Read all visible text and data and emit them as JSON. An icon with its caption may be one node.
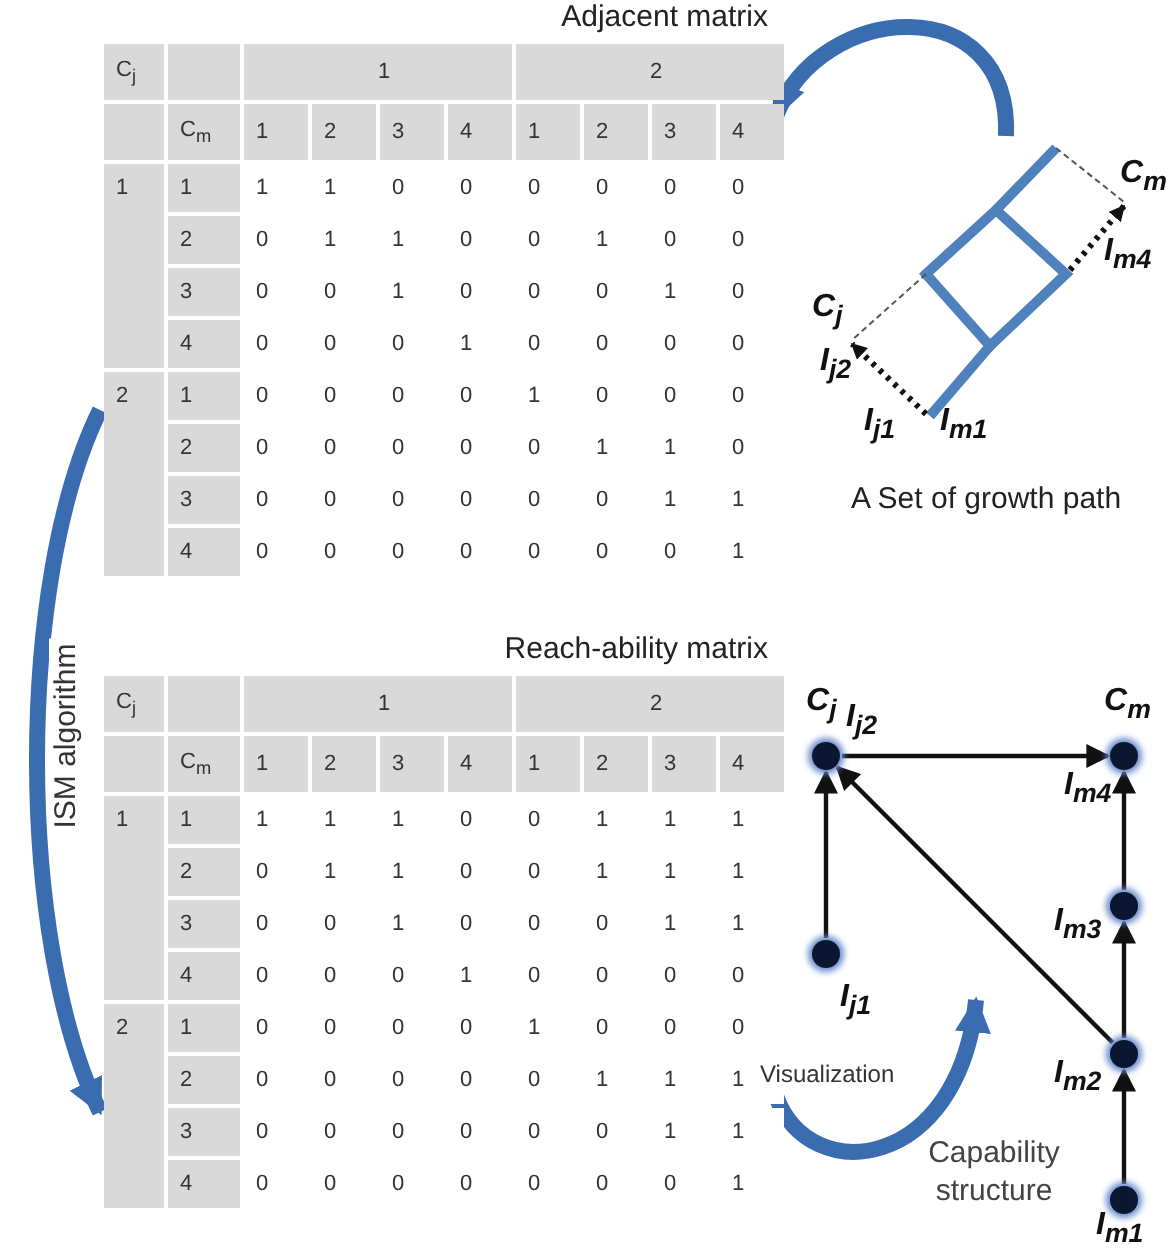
{
  "diagram": {
    "nodes": [
      {
        "text": [
          "Adjacent matrix"
        ]
      },
      {
        "text": [
          "A Set of growth path"
        ]
      },
      {
        "text": [
          "Reach-ability matrix"
        ]
      },
      {
        "text": [
          "C$_{j}$",
          "I$_{j2}$"
        ]
      },
      {
        "text": [
          "C$_{m}$",
          "I$_{m4}$"
        ]
      },
      {
        "text": [
          "I$_{m3}$"
        ]
      },
      {
        "text": [
          "I$_{j1}$"
        ]
      },
      {
        "text": [
          "I$_{m2}$"
        ]
      },
      {
        "text": [
          "Capability structure"
        ]
      },
      {
        "text": [
          "I$_{m1}$"
        ]
      }
    ],
    "edges": [
      {
        "from": 1,
        "to": 0,
        "arrow": "to",
        "style": "thick",
        "color": "#3a6cb0"
      },
      {
        "from": 0,
        "to": 2,
        "arrow": "to",
        "label": "ISM algorithm",
        "style": "thick",
        "color": "#3a6cb0"
      },
      {
        "from": 2,
        "to": null,
        "arrow": "to",
        "label": "Visualization",
        "style": "thick",
        "color": "#3a6cb0"
      },
      {
        "from": 3,
        "to": 4,
        "arrow": "to"
      },
      {
        "from": 6,
        "to": 3,
        "arrow": "to"
      },
      {
        "from": 7,
        "to": 3,
        "arrow": "to"
      },
      {
        "from": 9,
        "to": 7,
        "arrow": "to"
      },
      {
        "from": 7,
        "to": 5,
        "arrow": "to"
      },
      {
        "from": 5,
        "to": 4,
        "arrow": "to"
      }
    ],
    "labels": [
      "C$_{j}$",
      "1",
      "2",
      "C$_{m}$",
      "1",
      "2",
      "3",
      "4",
      "1",
      "2",
      "3",
      "4",
      "1",
      "1",
      "1",
      "1",
      "0",
      "0",
      "0",
      "0",
      "0",
      "0",
      "2",
      "0",
      "1",
      "1",
      "0",
      "0",
      "1",
      "0",
      "0",
      "3",
      "0",
      "0",
      "1",
      "0",
      "0",
      "0",
      "1",
      "0",
      "4",
      "0",
      "0",
      "0",
      "1",
      "0",
      "0",
      "0",
      "0",
      "2",
      "1",
      "0",
      "0",
      "0",
      "0",
      "1",
      "0",
      "0",
      "0",
      "2",
      "0",
      "0",
      "0",
      "0",
      "0",
      "1",
      "1",
      "0",
      "3",
      "0",
      "0",
      "0",
      "0",
      "0",
      "0",
      "1",
      "1",
      "4",
      "0",
      "0",
      "0",
      "0",
      "0",
      "0",
      "0",
      "1",
      "C$_{m}$",
      "I$_{m4}$",
      "C$_{j}$",
      "I$_{j2}$",
      "I$_{j1}$",
      "I$_{m1}$",
      "C$_{j}$",
      "1",
      "2",
      "C$_{m}$",
      "1",
      "2",
      "3",
      "4",
      "1",
      "2",
      "3",
      "4",
      "1",
      "1",
      "1",
      "1",
      "1",
      "0",
      "0",
      "1",
      "1",
      "1",
      "2",
      "0",
      "1",
      "1",
      "0",
      "0",
      "1",
      "1",
      "1",
      "3",
      "0",
      "0",
      "1",
      "0",
      "0",
      "0",
      "1",
      "1",
      "4",
      "0",
      "0",
      "0",
      "1",
      "0",
      "0",
      "0",
      "0",
      "2",
      "1",
      "0",
      "0",
      "0",
      "0",
      "1",
      "0",
      "0",
      "0",
      "2",
      "0",
      "0",
      "0",
      "0",
      "0",
      "1",
      "1",
      "1",
      "3",
      "0",
      "0",
      "0",
      "0",
      "0",
      "0",
      "1",
      "1",
      "4",
      "0",
      "0",
      "0",
      "0",
      "0",
      "0",
      "0",
      "1"
    ]
  }
}
